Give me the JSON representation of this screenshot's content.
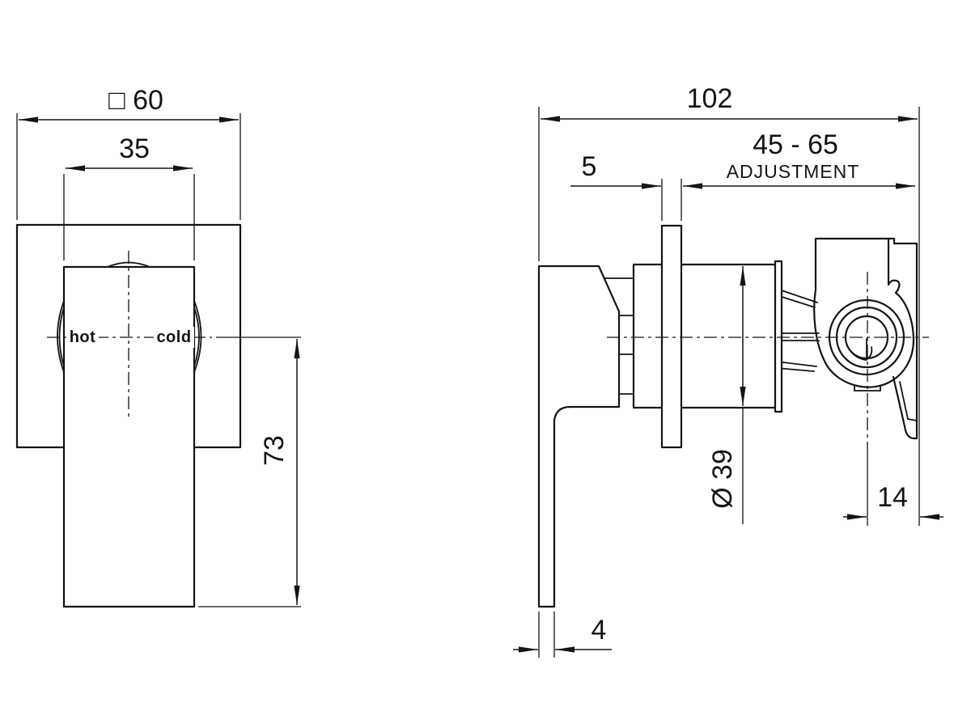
{
  "drawing": {
    "background": "#ffffff",
    "line_color": "#141414",
    "views": {
      "front": {
        "labels": {
          "plate_width": "□ 60",
          "handle_width": "35",
          "handle_height": "73",
          "hot": "hot",
          "cold": "cold"
        }
      },
      "side": {
        "labels": {
          "overall_depth": "102",
          "adjustment_range": "45 - 65",
          "adjustment_caption": "ADJUSTMENT",
          "plate_thickness": "5",
          "cartridge_diameter": "Ø 39",
          "outlet_offset": "14",
          "lever_thickness": "4"
        }
      }
    }
  }
}
